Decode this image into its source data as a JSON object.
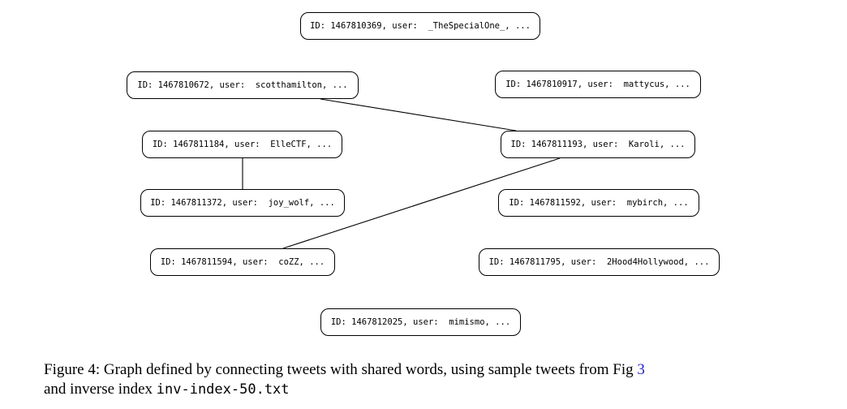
{
  "graph": {
    "nodes": [
      {
        "key": "n0",
        "id_label": "ID: 1467810369,",
        "user_label": "user:",
        "user": "_TheSpecialOne_,",
        "ellipsis": "..."
      },
      {
        "key": "n1",
        "id_label": "ID: 1467810672,",
        "user_label": "user:",
        "user": "scotthamilton,",
        "ellipsis": "..."
      },
      {
        "key": "n2",
        "id_label": "ID: 1467810917,",
        "user_label": "user:",
        "user": "mattycus,",
        "ellipsis": "..."
      },
      {
        "key": "n3",
        "id_label": "ID: 1467811184,",
        "user_label": "user:",
        "user": "ElleCTF,",
        "ellipsis": "..."
      },
      {
        "key": "n4",
        "id_label": "ID: 1467811193,",
        "user_label": "user:",
        "user": "Karoli,",
        "ellipsis": "..."
      },
      {
        "key": "n5",
        "id_label": "ID: 1467811372,",
        "user_label": "user:",
        "user": "joy_wolf,",
        "ellipsis": "..."
      },
      {
        "key": "n6",
        "id_label": "ID: 1467811592,",
        "user_label": "user:",
        "user": "mybirch,",
        "ellipsis": "..."
      },
      {
        "key": "n7",
        "id_label": "ID: 1467811594,",
        "user_label": "user:",
        "user": "coZZ,",
        "ellipsis": "..."
      },
      {
        "key": "n8",
        "id_label": "ID: 1467811795,",
        "user_label": "user:",
        "user": "2Hood4Hollywood,",
        "ellipsis": "..."
      },
      {
        "key": "n9",
        "id_label": "ID: 1467812025,",
        "user_label": "user:",
        "user": "mimismo,",
        "ellipsis": "..."
      }
    ],
    "edges": [
      {
        "from": "n1",
        "to": "n4"
      },
      {
        "from": "n3",
        "to": "n5"
      },
      {
        "from": "n4",
        "to": "n7"
      }
    ]
  },
  "caption": {
    "prefix": "Figure 4: Graph defined by connecting tweets with shared words, using sample tweets from Fig",
    "ref": "3",
    "line2": "and inverse index",
    "filename": "inv-index-50.txt"
  }
}
